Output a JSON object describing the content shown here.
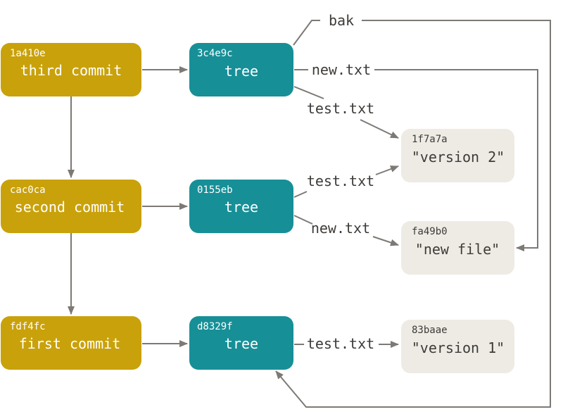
{
  "colors": {
    "commit": "#c9a10a",
    "tree": "#178f97",
    "blob": "#edebe4",
    "edge": "#7d7975",
    "label": "#3e3b38",
    "white": "#ffffff"
  },
  "commits": [
    {
      "id": "commit-third",
      "hash": "1a410e",
      "message": "third commit"
    },
    {
      "id": "commit-second",
      "hash": "cac0ca",
      "message": "second commit"
    },
    {
      "id": "commit-first",
      "hash": "fdf4fc",
      "message": "first commit"
    }
  ],
  "trees": [
    {
      "id": "tree-3c4e9c",
      "hash": "3c4e9c",
      "label": "tree"
    },
    {
      "id": "tree-0155eb",
      "hash": "0155eb",
      "label": "tree"
    },
    {
      "id": "tree-d8329f",
      "hash": "d8329f",
      "label": "tree"
    }
  ],
  "blobs": [
    {
      "id": "blob-1f7a7a",
      "hash": "1f7a7a",
      "content": "\"version 2\""
    },
    {
      "id": "blob-fa49b0",
      "hash": "fa49b0",
      "content": "\"new file\""
    },
    {
      "id": "blob-83baae",
      "hash": "83baae",
      "content": "\"version 1\""
    }
  ],
  "edge_labels": {
    "bak": "bak",
    "new_txt_top": "new.txt",
    "test_txt_top": "test.txt",
    "test_txt_mid": "test.txt",
    "new_txt_mid": "new.txt",
    "test_txt_bottom": "test.txt"
  }
}
